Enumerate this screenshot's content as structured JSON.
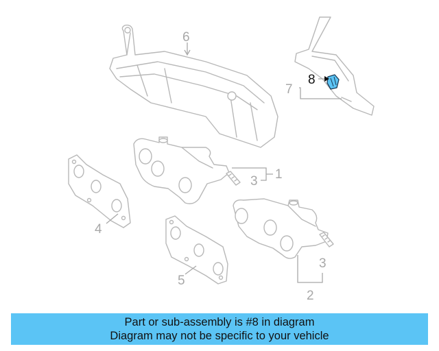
{
  "callouts": {
    "part_1": "1",
    "part_2": "2",
    "part_3_upper": "3",
    "part_3_lower": "3",
    "part_4": "4",
    "part_5": "5",
    "part_6": "6",
    "part_7": "7",
    "part_8": "8"
  },
  "colors": {
    "banner_background": "#5bc4f5",
    "highlight_part": "#5bc4f5",
    "line_art": "#b8b8b8"
  },
  "banner": {
    "line1": "Part or sub-assembly is #8 in diagram",
    "line2": "Diagram may not be specific to your vehicle"
  }
}
